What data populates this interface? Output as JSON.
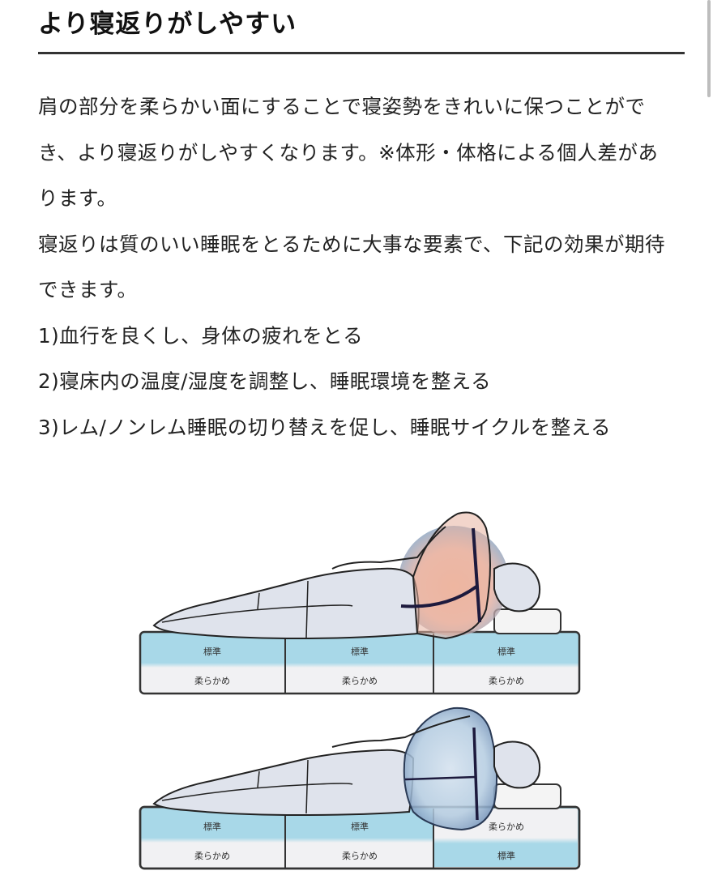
{
  "section": {
    "title": "より寝返りがしやすい"
  },
  "description": {
    "paragraph_1": "肩の部分を柔らかい面にすることで寝姿勢をきれいに保つことができ、より寝返りがしやすくなります。※体形・体格による個人差があります。",
    "paragraph_2": "寝返りは質のいい睡眠をとるために大事な要素で、下記の効果が期待できます。",
    "benefits": [
      "1)血行を良くし、身体の疲れをとる",
      "2)寝床内の温度/湿度を調整し、睡眠環境を整える",
      "3)レム/ノンレム睡眠の切り替えを促し、睡眠サイクルを整える"
    ]
  },
  "illustrations": [
    {
      "name": "standard-mattress",
      "segments": [
        {
          "top_label": "標準",
          "bottom_label": "柔らかめ"
        },
        {
          "top_label": "標準",
          "bottom_label": "柔らかめ"
        },
        {
          "top_label": "標準",
          "bottom_label": "柔らかめ"
        }
      ],
      "highlight_color": "#f2a88e"
    },
    {
      "name": "flipped-shoulder-mattress",
      "segments": [
        {
          "top_label": "標準",
          "bottom_label": "柔らかめ"
        },
        {
          "top_label": "標準",
          "bottom_label": "柔らかめ"
        },
        {
          "top_label": "柔らかめ",
          "bottom_label": "標準"
        }
      ],
      "highlight_color": "#9fc3dd"
    }
  ],
  "colors": {
    "standard_layer": "#a8d8e8",
    "soft_layer": "#f1f1f3",
    "body_fill": "#dfe3ec",
    "outline": "#222222",
    "spine_line": "#1d1a3d",
    "shoulder_circle": "#8fa8c4"
  }
}
